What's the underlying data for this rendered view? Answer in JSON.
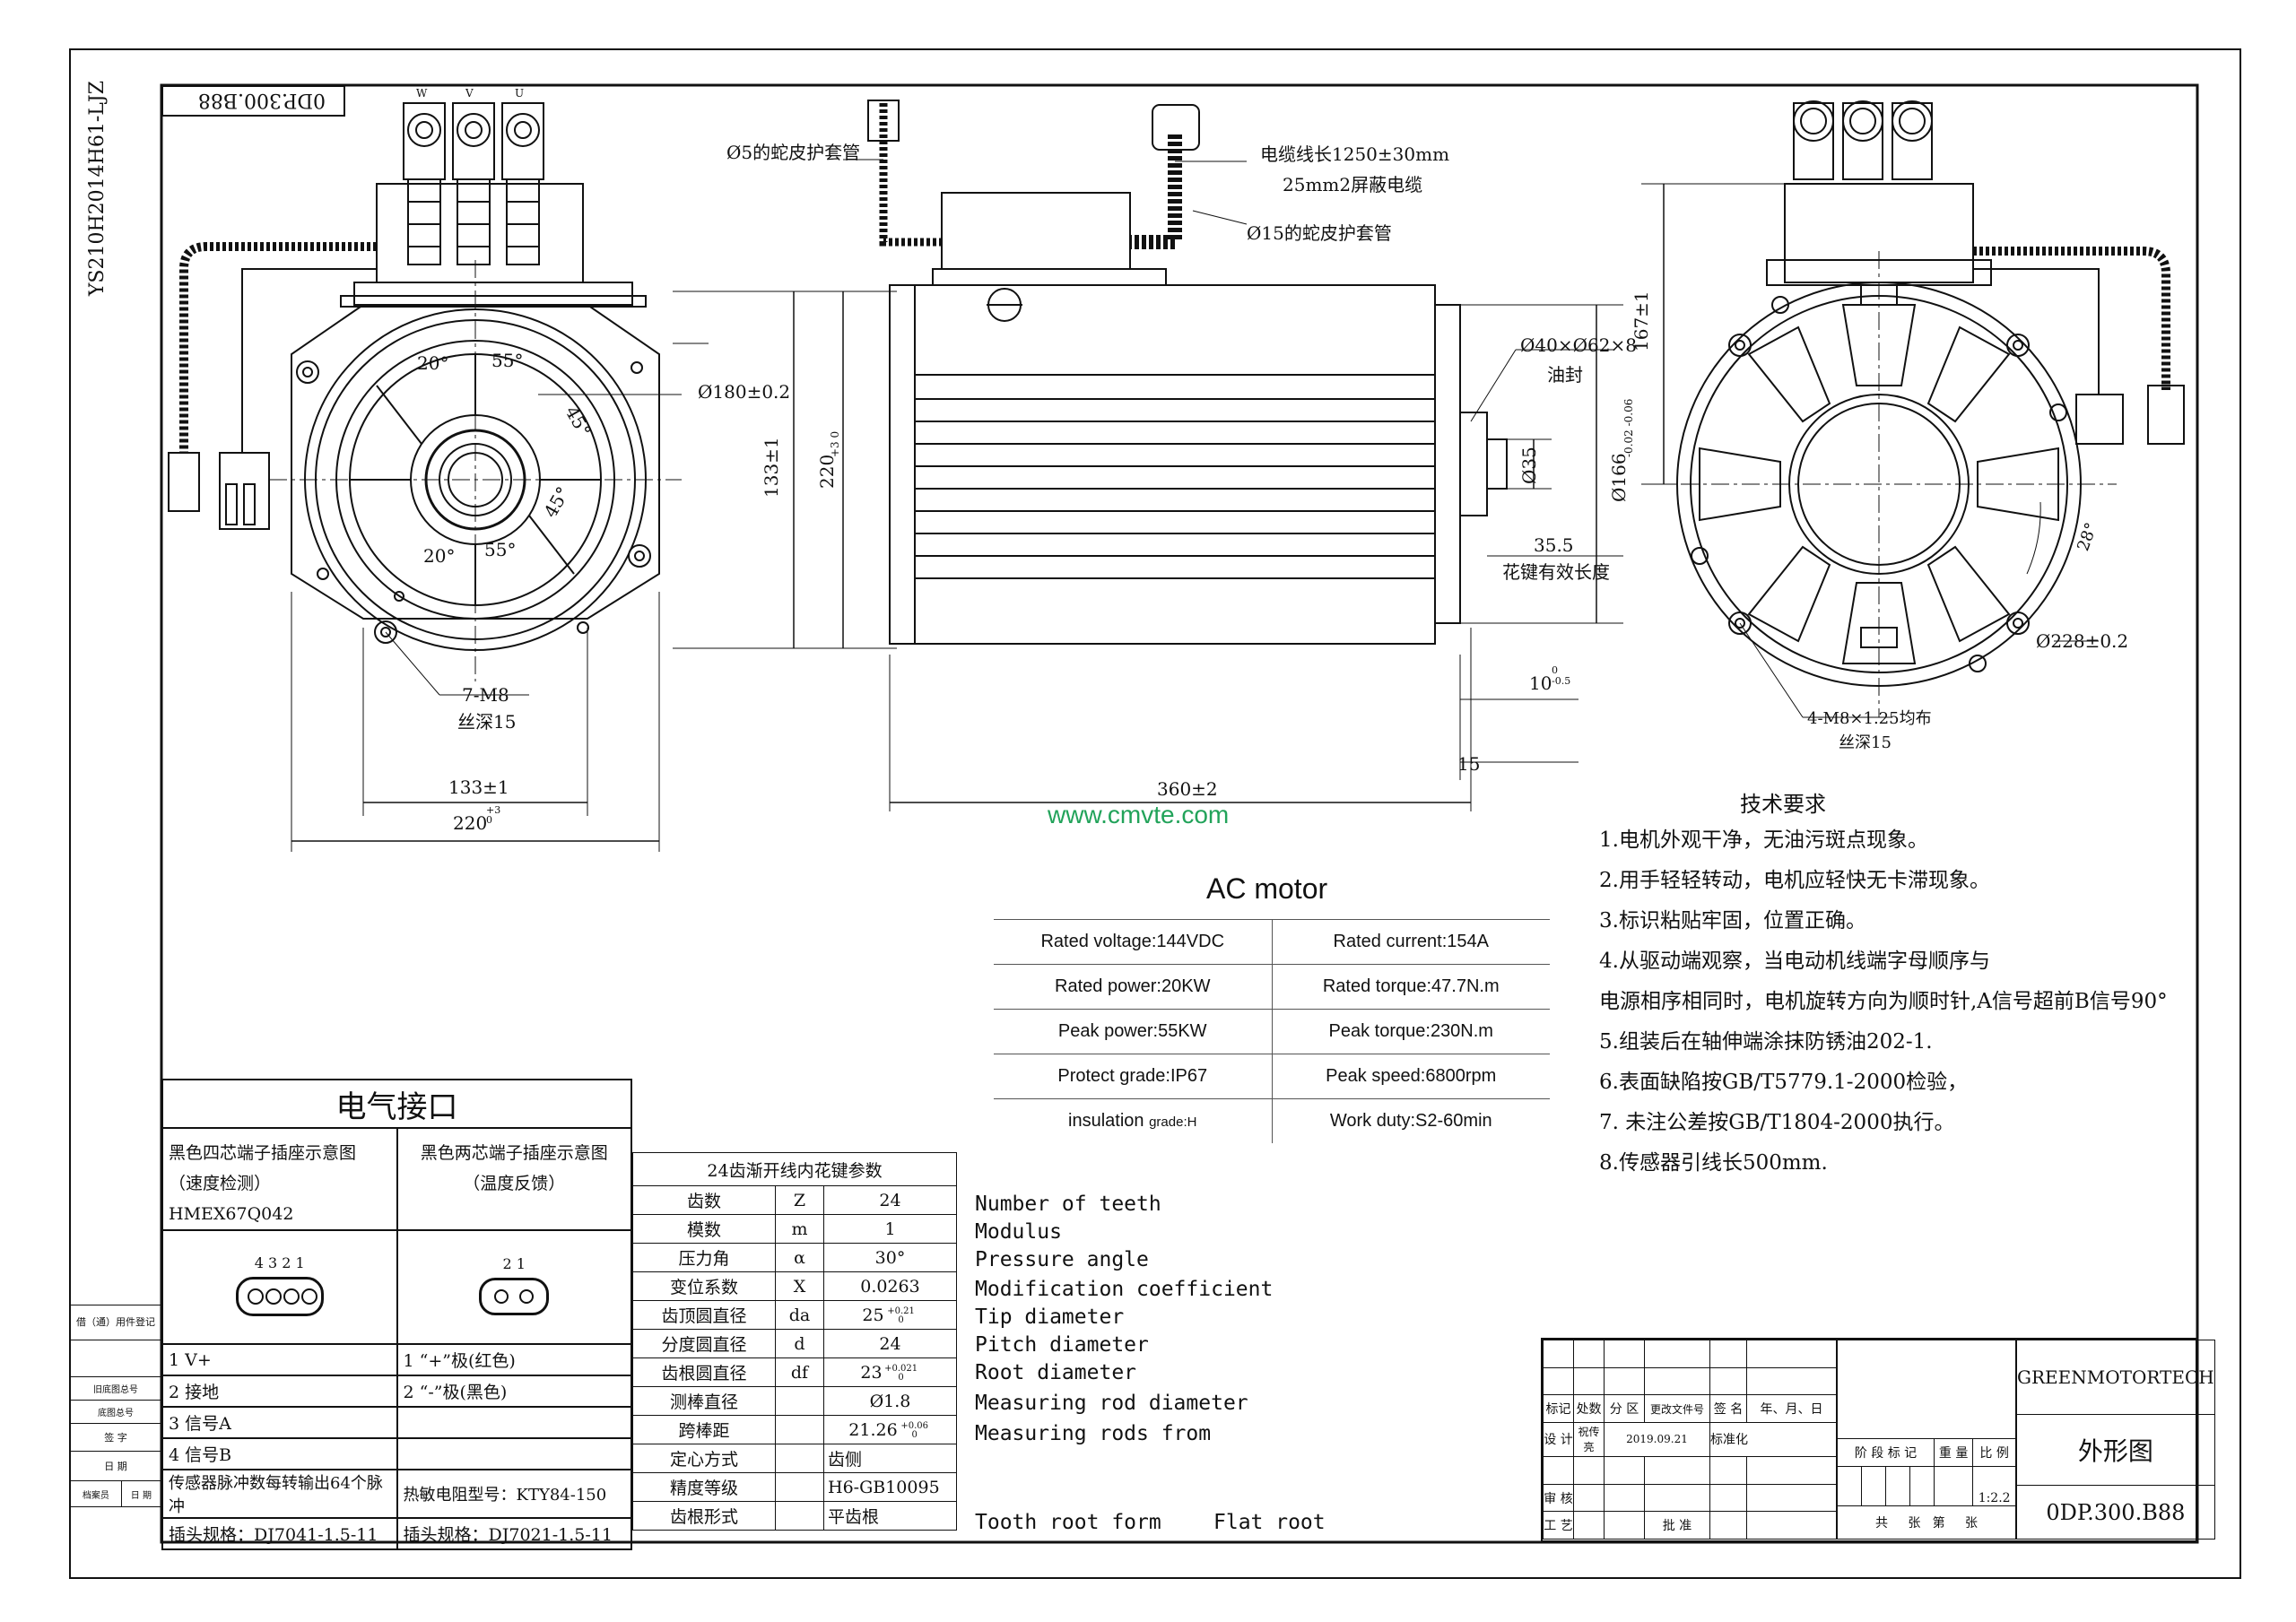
{
  "drawing_code": "0DP.300.B88",
  "side_code": "YS210H2014H61-LJZ",
  "watermark": "www.cmvte.com",
  "front_view": {
    "phase_labels": [
      "W",
      "V",
      "U"
    ],
    "dims": {
      "d180": "Ø180±0.2",
      "h133": "133±1",
      "h220": "220",
      "h220_tol": "+3 0",
      "w133": "133±1",
      "w220": "220",
      "w220_tol": "+3 0",
      "angle20a": "20°",
      "angle55a": "55°",
      "angle45a": "45°",
      "angle45b": "45°",
      "angle20b": "20°",
      "angle55b": "55°",
      "m8": "7-M8",
      "m8_depth": "丝深15"
    }
  },
  "side_view": {
    "hose5": "Ø5的蛇皮护套管",
    "cable_len": "电缆线长1250±30mm",
    "cable_type": "25mm2屏蔽电缆",
    "hose15": "Ø15的蛇皮护套管",
    "seal": "Ø40×Ø62×8",
    "seal_label": "油封",
    "d35": "Ø35",
    "d166": "Ø166",
    "d166_tol": "-0.02 -0.06",
    "key_len": "35.5",
    "key_label": "花键有效长度",
    "len360": "360±2",
    "len10": "10",
    "len10_tol": "0 -0.5",
    "len15": "15"
  },
  "rear_view": {
    "h167": "167±1",
    "angle28": "28°",
    "d228": "Ø228±0.2",
    "holes": "4-M8×1.25均布",
    "holes_depth": "丝深15"
  },
  "ac_motor": {
    "title": "AC motor",
    "rows": [
      [
        "Rated voltage:144VDC",
        "Rated current:154A"
      ],
      [
        "Rated power:20KW",
        "Rated torque:47.7N.m"
      ],
      [
        "Peak power:55KW",
        "Peak torque:230N.m"
      ],
      [
        "Protect grade:IP67",
        "Peak speed:6800rpm"
      ],
      [
        "insulation",
        "Work duty:S2-60min"
      ]
    ],
    "insulation_grade": "grade:H"
  },
  "tech_req": {
    "title": "技术要求",
    "items": [
      "1.电机外观干净，无油污斑点现象。",
      "2.用手轻轻转动，电机应轻快无卡滞现象。",
      "3.标识粘贴牢固，位置正确。",
      "4.从驱动端观察，当电动机线端字母顺序与",
      "电源相序相同时，电机旋转方向为顺时针,A信号超前B信号90°",
      "5.组装后在轴伸端涂抹防锈油202-1.",
      "6.表面缺陷按GB/T5779.1-2000检验，",
      "7. 未注公差按GB/T1804-2000执行。",
      "8.传感器引线长500mm."
    ]
  },
  "electrical": {
    "title": "电气接口",
    "col1_head": [
      "黑色四芯端子插座示意图",
      "（速度检测）HMEX67Q042"
    ],
    "col2_head": [
      "黑色两芯端子插座示意图",
      "（温度反馈）"
    ],
    "pins4": "4 3 2 1",
    "pins2": "2  1",
    "rows": [
      [
        "1 V+",
        "1 “+”极(红色)"
      ],
      [
        "2 接地",
        "2 “-”极(黑色)"
      ],
      [
        "3 信号A",
        ""
      ],
      [
        "4 信号B",
        ""
      ],
      [
        "传感器脉冲数每转输出64个脉冲",
        "热敏电阻型号：KTY84-150"
      ],
      [
        "插头规格：DJ7041-1.5-11",
        "插头规格：DJ7021-1.5-11"
      ]
    ]
  },
  "spline": {
    "title": "24齿渐开线内花键参数",
    "rows": [
      [
        "齿数",
        "Z",
        "24"
      ],
      [
        "模数",
        "m",
        "1"
      ],
      [
        "压力角",
        "α",
        "30°"
      ],
      [
        "变位系数",
        "X",
        "0.0263"
      ],
      [
        "齿顶圆直径",
        "da",
        "25"
      ],
      [
        "分度圆直径",
        "d",
        "24"
      ],
      [
        "齿根圆直径",
        "df",
        "23"
      ],
      [
        "测棒直径",
        "",
        "Ø1.8"
      ],
      [
        "跨棒距",
        "",
        "21.26"
      ],
      [
        "定心方式",
        "",
        "齿侧"
      ],
      [
        "精度等级",
        "",
        "H6-GB10095"
      ],
      [
        "齿根形式",
        "",
        "平齿根"
      ]
    ],
    "da_tol": "+0.21 0",
    "df_tol": "+0.021 0",
    "span_tol": "+0.06 0",
    "english": [
      "Number of teeth",
      "Modulus",
      "Pressure angle",
      "Modification coefficient",
      "Tip diameter",
      "Pitch diameter",
      "Root diameter",
      "Measuring rod diameter",
      "Measuring rods from"
    ],
    "root_form_en": "Tooth root form",
    "root_form_val": "Flat root"
  },
  "title_block": {
    "company": "GREENMOTORTECH",
    "name": "外形图",
    "code": "0DP.300.B88",
    "scale": "1:2.2",
    "headers": [
      "标记",
      "处数",
      "分 区",
      "更改文件号",
      "签 名",
      "年、月、日"
    ],
    "design_row": [
      "设 计",
      "祝传亮",
      "2019.09.21",
      "标准化"
    ],
    "review": "审 核",
    "process": "工 艺",
    "approve": "批 准",
    "stage_labels": [
      "阶 段 标 记",
      "重 量",
      "比 例"
    ],
    "sheet_labels": [
      "共",
      "张",
      "第",
      "张"
    ]
  },
  "left_strip": [
    "借（通）用件登记",
    "旧底图总号",
    "底图总号",
    "签  字",
    "日  期",
    "档案员",
    "日 期"
  ]
}
